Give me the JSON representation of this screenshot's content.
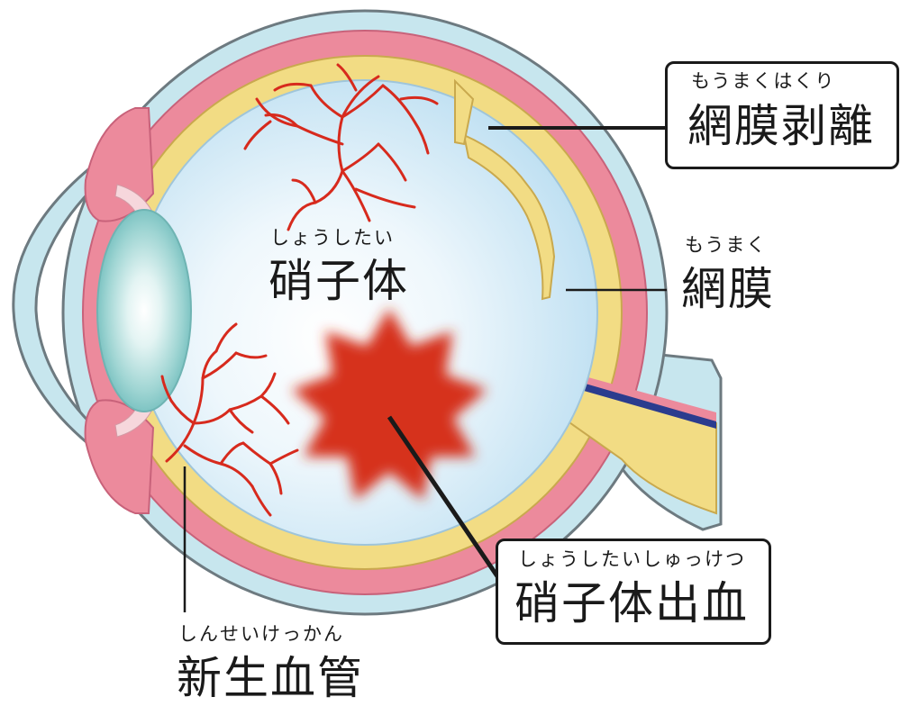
{
  "labels": {
    "detachment": {
      "ruby": "もうまくはくり",
      "text": "網膜剥離"
    },
    "vitreous": {
      "ruby": "しょうしたい",
      "text": "硝子体"
    },
    "retina": {
      "ruby": "もうまく",
      "text": "網膜"
    },
    "hemorrhage": {
      "ruby": "しょうしたいしゅっけつ",
      "text": "硝子体出血"
    },
    "neovascular": {
      "ruby": "しんせいけっかん",
      "text": "新生血管"
    }
  },
  "colors": {
    "sclera_outer": "#c7e6ee",
    "choroid_pink": "#ec8a9c",
    "retina_yellow": "#f2dc84",
    "vitreous_inner": "#d4ecf8",
    "vessel_red": "#d72a1d",
    "hemorrhage_red": "#d6301c",
    "lens_teal": "#8fcfcf",
    "optic_blue": "#2b3c8e"
  }
}
